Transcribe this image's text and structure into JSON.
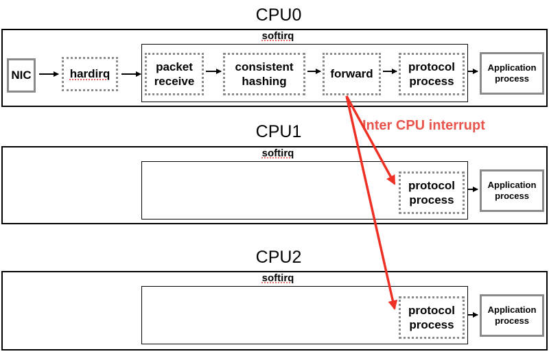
{
  "cpus": [
    {
      "title": "CPU0",
      "softirq_label": "softirq"
    },
    {
      "title": "CPU1",
      "softirq_label": "softirq"
    },
    {
      "title": "CPU2",
      "softirq_label": "softirq"
    }
  ],
  "cpu0": {
    "nic": "NIC",
    "hardirq": "hardirq",
    "packet_receive": "packet\nreceive",
    "consistent_hashing": "consistent\nhashing",
    "forward": "forward",
    "protocol_process": "protocol\nprocess",
    "application_process": "Application\nprocess"
  },
  "cpu1": {
    "protocol_process": "protocol\nprocess",
    "application_process": "Application\nprocess"
  },
  "cpu2": {
    "protocol_process": "protocol\nprocess",
    "application_process": "Application\nprocess"
  },
  "interrupt_label": "Inter CPU interrupt",
  "colors": {
    "accent": "#e8554d",
    "arrow_red": "#ee3124",
    "box_gray": "#8a8a8a"
  }
}
